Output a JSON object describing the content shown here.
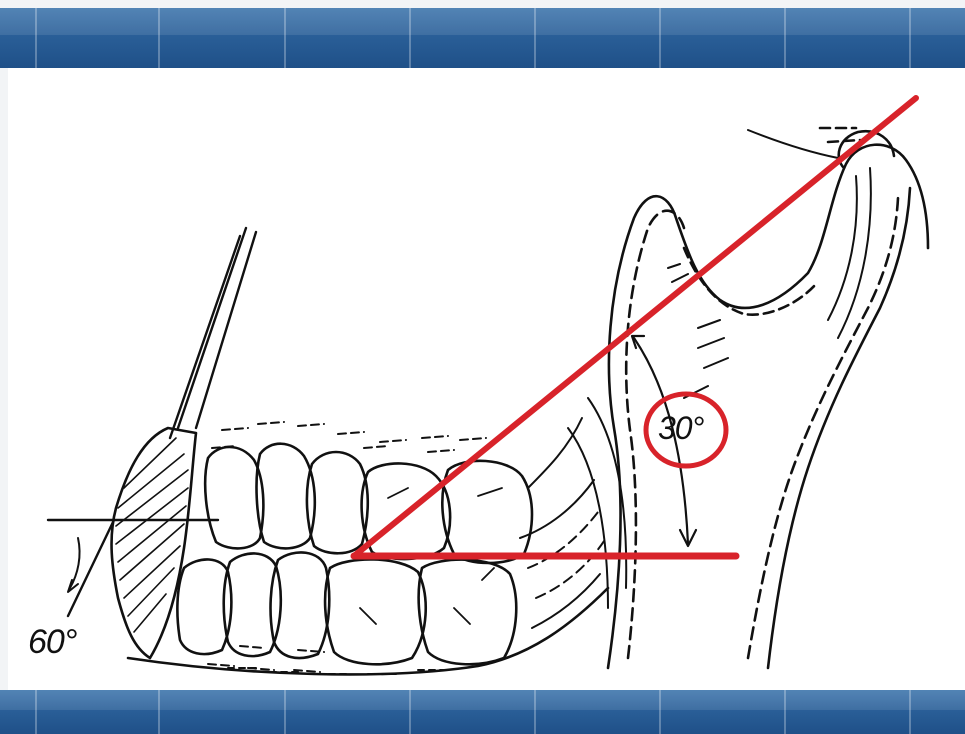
{
  "labels": {
    "angle_incisor": "60°",
    "angle_occlusal": "30°"
  },
  "colors": {
    "band": "#2a5f98",
    "highlight_line": "#d8232a",
    "ink": "#111111"
  },
  "icons": {
    "circle_marker": "red-circle"
  }
}
